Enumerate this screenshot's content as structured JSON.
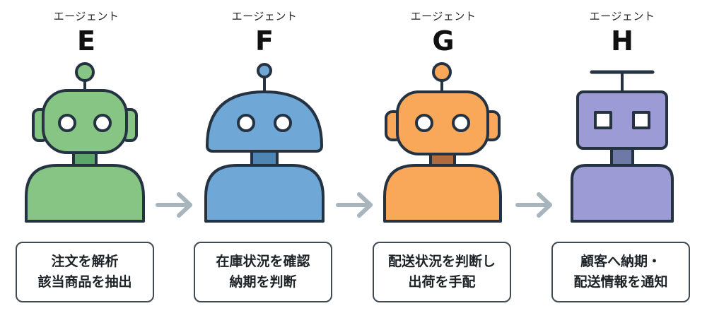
{
  "agents": [
    {
      "id": "E",
      "kind_label": "エージェント",
      "letter": "E",
      "color": "#86c584",
      "dark_color": "#5aa768",
      "task_lines": [
        "注文を解析",
        "該当商品を抽出"
      ]
    },
    {
      "id": "F",
      "kind_label": "エージェント",
      "letter": "F",
      "color": "#6fa8d6",
      "dark_color": "#4f85b3",
      "task_lines": [
        "在庫状況を確認",
        "納期を判断"
      ]
    },
    {
      "id": "G",
      "kind_label": "エージェント",
      "letter": "G",
      "color": "#f9a85a",
      "dark_color": "#b06a3e",
      "task_lines": [
        "配送状況を判断し",
        "出荷を手配"
      ]
    },
    {
      "id": "H",
      "kind_label": "エージェント",
      "letter": "H",
      "color": "#9c9bd6",
      "dark_color": "#6f79a6",
      "task_lines": [
        "顧客へ納期・",
        "配送情報を通知"
      ]
    }
  ],
  "arrow_color": "#a9b5bd",
  "outline_color": "#243241"
}
